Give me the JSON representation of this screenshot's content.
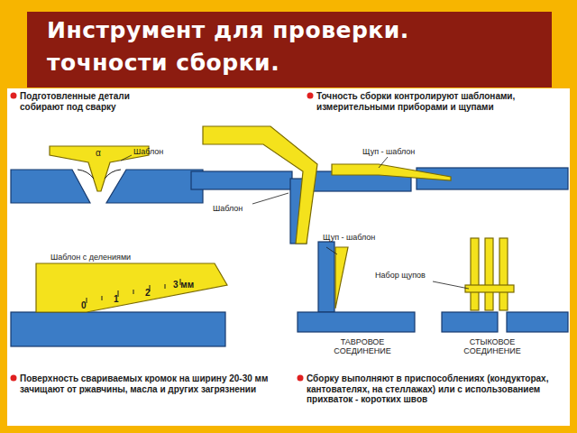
{
  "diagram": {
    "title": "Инструмент для проверки. точности сборки.",
    "labels": [
      "Подготовленные детали собирают под сварку",
      "Шаблон",
      "α",
      "Шаблон",
      "Точность сборки контролируют шаблонами, измерительными приборами и щупами",
      "Щуп - шаблон",
      "Шаблон с делениями",
      "0",
      "1",
      "2",
      "3 мм",
      "Щуп - шаблон",
      "Набор щупов",
      "ТАВРОВОЕ СОЕДИНЕНИЕ",
      "СТЫКОВОЕ СОЕДИНЕНИЕ",
      "Поверхность свариваемых кромок на ширину 20-30 мм зачищают от ржавчины, масла и других загрязнении",
      "Сборку выполняют в приспособлениях (кондукторах, кантователях, на стеллажах) или с использованием прихваток - коротких швов"
    ]
  }
}
